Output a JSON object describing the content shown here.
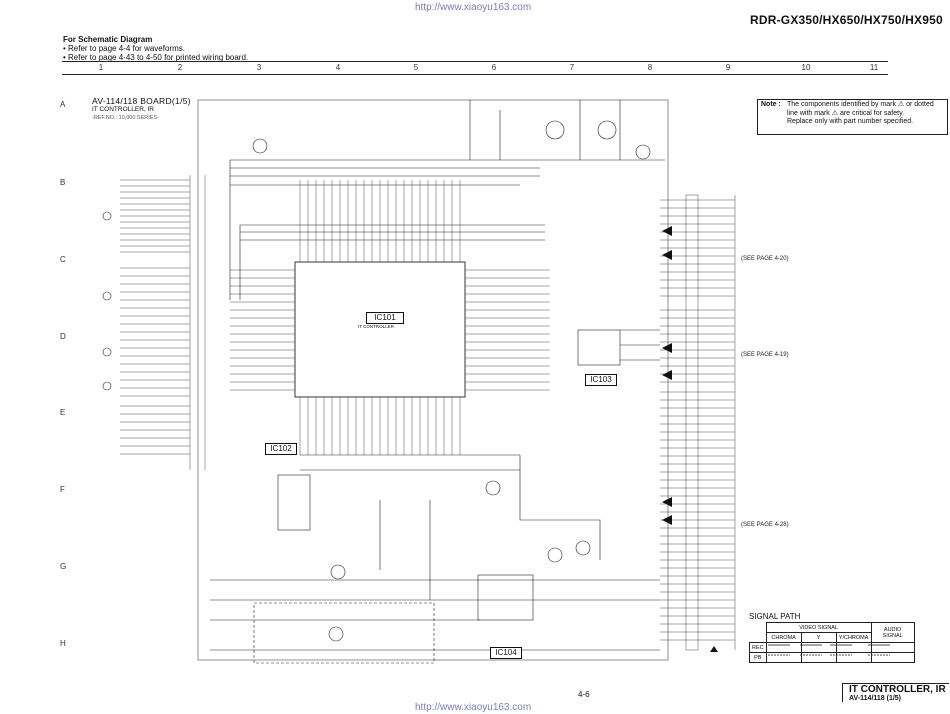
{
  "header": {
    "url": "http://www.xiaoyu163.com",
    "model": "RDR-GX350/HX650/HX750/HX950",
    "notes_title": "For Schematic Diagram",
    "notes": [
      "• Refer to page 4-4 for waveforms.",
      "• Refer to page 4-43 to 4-50 for printed wiring board."
    ]
  },
  "grid": {
    "columns": [
      "1",
      "2",
      "3",
      "4",
      "5",
      "6",
      "7",
      "8",
      "9",
      "10",
      "11"
    ],
    "rows": [
      "A",
      "B",
      "C",
      "D",
      "E",
      "F",
      "G",
      "H"
    ]
  },
  "board": {
    "title": "AV-114/118 BOARD(1/5)",
    "subtitle": "IT CONTROLLER, IR",
    "ref_no": "-REF.NO.: 10,000 SERIES-"
  },
  "ics": [
    {
      "ref": "IC101",
      "name": "IT CONTROLLER"
    },
    {
      "ref": "IC102",
      "name": ""
    },
    {
      "ref": "IC103",
      "name": ""
    },
    {
      "ref": "IC104",
      "name": ""
    }
  ],
  "note_box": {
    "label": "Note :",
    "lines": [
      "The components identified by mark ⚠ or dotted",
      "line with mark ⚠ are critical for safety.",
      "Replace only with part number specified."
    ]
  },
  "see_page": [
    "(SEE PAGE 4-20)",
    "(SEE PAGE 4-19)",
    "(SEE PAGE 4-28)"
  ],
  "signal_path": {
    "title": "SIGNAL PATH",
    "video_signal": "VIDEO SIGNAL",
    "audio_signal": "AUDIO SIGNAL",
    "cols": [
      "CHROMA",
      "Y",
      "Y/CHROMA"
    ],
    "rows": [
      "REC",
      "PB"
    ]
  },
  "footer": {
    "page": "4-6",
    "url": "http://www.xiaoyu163.com",
    "title": "IT CONTROLLER, IR",
    "subtitle": "AV-114/118 (1/5)"
  }
}
